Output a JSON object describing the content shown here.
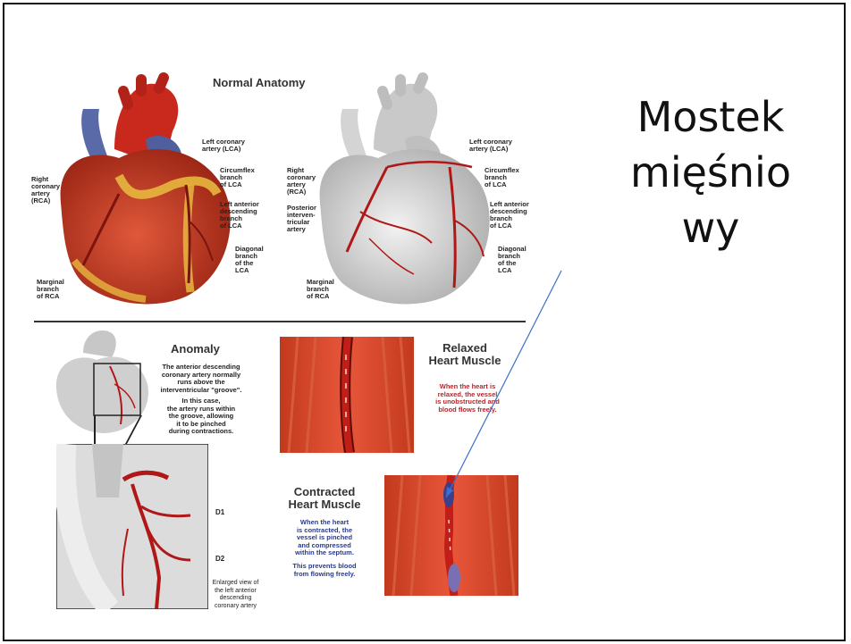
{
  "slide": {
    "title_line1": "Mostek",
    "title_line2": "mięśnio",
    "title_line3": "wy"
  },
  "figure": {
    "normal_heading": "Normal Anatomy",
    "left_heart": {
      "rca": [
        "Right",
        "coronary",
        "artery",
        "(RCA)"
      ],
      "lca": [
        "Left coronary",
        "artery (LCA)"
      ],
      "circumflex": [
        "Circumflex",
        "branch",
        "of LCA"
      ],
      "lad": [
        "Left anterior",
        "descending",
        "branch",
        "of LCA"
      ],
      "diagonal": [
        "Diagonal",
        "branch",
        "of the",
        "LCA"
      ],
      "marginal": [
        "Marginal",
        "branch",
        "of RCA"
      ]
    },
    "right_heart": {
      "rca": [
        "Right",
        "coronary",
        "artery",
        "(RCA)"
      ],
      "posterior": [
        "Posterior",
        "interven-",
        "tricular",
        "artery"
      ],
      "lca": [
        "Left coronary",
        "artery (LCA)"
      ],
      "circumflex": [
        "Circumflex",
        "branch",
        "of LCA"
      ],
      "lad": [
        "Left anterior",
        "descending",
        "branch",
        "of LCA"
      ],
      "diagonal": [
        "Diagonal",
        "branch",
        "of the",
        "LCA"
      ],
      "marginal": [
        "Marginal",
        "branch",
        "of RCA"
      ]
    },
    "anomaly_heading": "Anomaly",
    "anomaly_p1": [
      "The anterior descending",
      "coronary artery normally",
      "runs above the",
      "interventricular \"groove\"."
    ],
    "anomaly_p2": [
      "In this case,",
      "the artery runs within",
      "the groove, allowing",
      "it to be pinched",
      "during contractions."
    ],
    "relaxed_heading": [
      "Relaxed",
      "Heart Muscle"
    ],
    "relaxed_text": [
      "When the heart is",
      "relaxed, the vessel",
      "is unobstructed and",
      "blood flows freely."
    ],
    "contracted_heading": [
      "Contracted",
      "Heart Muscle"
    ],
    "contracted_p1": [
      "When the heart",
      "is contracted, the",
      "vessel is pinched",
      "and compressed",
      "within the septum."
    ],
    "contracted_p2": [
      "This prevents blood",
      "from flowing freely."
    ],
    "d1": "D1",
    "d2": "D2",
    "enlarged_caption": [
      "Enlarged view of",
      "the left anterior",
      "descending",
      "coronary artery"
    ]
  },
  "colors": {
    "heart_red": "#c8361e",
    "artery": "#b01818",
    "blue_text": "#2b3a8c",
    "red_text": "#b3262b",
    "arrow": "#3a6fd0"
  }
}
